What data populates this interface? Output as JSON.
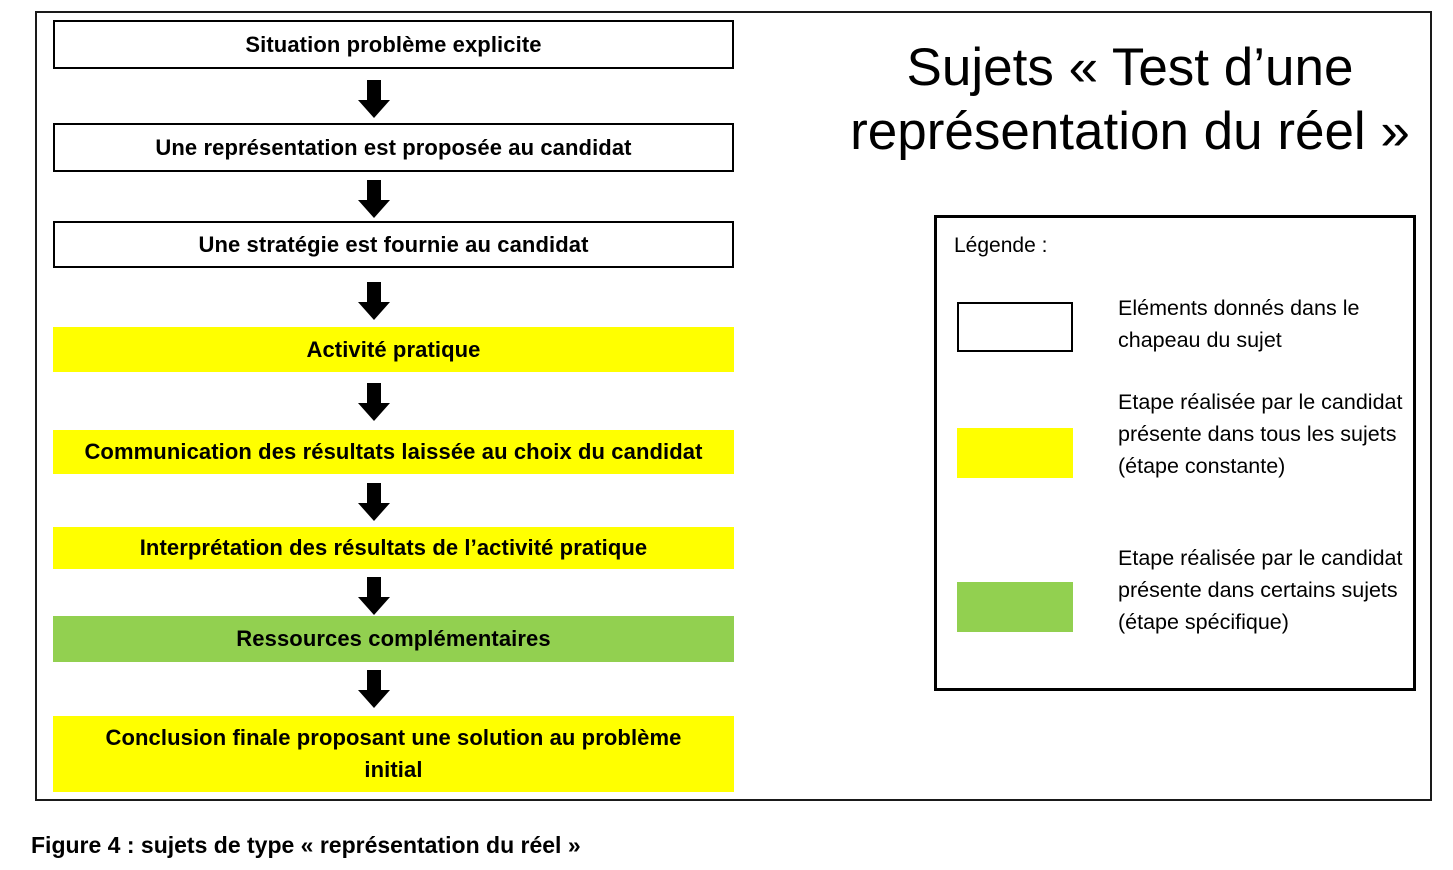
{
  "title": "Sujets « Test d’une représentation du réel »",
  "steps": [
    {
      "label": "Situation problème explicite",
      "kind": "white"
    },
    {
      "label": "Une représentation est proposée au candidat",
      "kind": "white"
    },
    {
      "label": "Une stratégie est fournie au candidat",
      "kind": "white"
    },
    {
      "label": "Activité pratique",
      "kind": "yellow"
    },
    {
      "label": "Communication des résultats laissée au choix du candidat",
      "kind": "yellow"
    },
    {
      "label": "Interprétation des résultats de l’activité pratique",
      "kind": "yellow"
    },
    {
      "label": "Ressources complémentaires",
      "kind": "green"
    },
    {
      "label": "Conclusion finale  proposant une solution au problème initial",
      "kind": "yellow"
    }
  ],
  "legend": {
    "title": "Légende :",
    "items": [
      {
        "kind": "white",
        "text": "Eléments donnés dans le chapeau du sujet"
      },
      {
        "kind": "yellow",
        "text": "Etape réalisée par le candidat  présente dans tous les sujets (étape constante)"
      },
      {
        "kind": "green",
        "text": "Etape réalisée par le candidat  présente dans certains sujets (étape spécifique)"
      }
    ]
  },
  "colors": {
    "yellow": "#ffff00",
    "green": "#92d050",
    "white": "#ffffff",
    "border": "#000000"
  },
  "caption": "Figure 4 : sujets de type « représentation du réel »"
}
